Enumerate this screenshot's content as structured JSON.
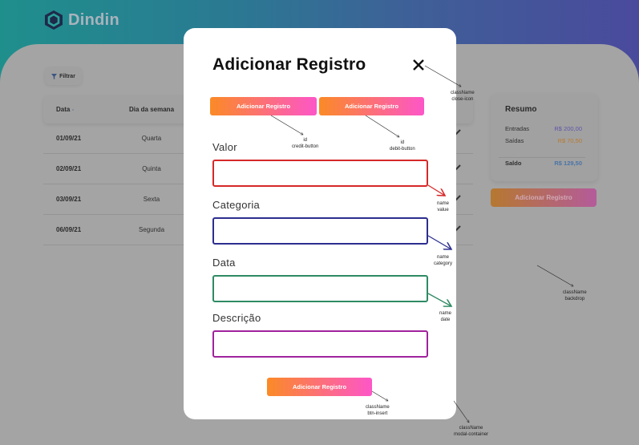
{
  "app": {
    "logo_text": "Dindin",
    "logo_icon": "hexagon-icon",
    "header_gradient": [
      "#1f8f8c",
      "#4a4a9c"
    ]
  },
  "toolbar": {
    "filter_label": "Filtrar",
    "filter_icon": "funnel-icon"
  },
  "table": {
    "headers": {
      "date": "Data",
      "date_sort_indicator": "-",
      "weekday": "Dia da semana"
    },
    "rows": [
      {
        "date": "01/09/21",
        "weekday": "Quarta"
      },
      {
        "date": "02/09/21",
        "weekday": "Quinta"
      },
      {
        "date": "03/09/21",
        "weekday": "Sexta"
      },
      {
        "date": "06/09/21",
        "weekday": "Segunda"
      }
    ],
    "row_action_icon": "pencil-icon"
  },
  "summary": {
    "title": "Resumo",
    "income_label": "Entradas",
    "income_value": "R$ 200,00",
    "expense_label": "Saídas",
    "expense_value": "R$ 70,50",
    "balance_label": "Saldo",
    "balance_value": "R$ 129,50",
    "add_button_label": "Adicionar Registro"
  },
  "modal": {
    "title": "Adicionar Registro",
    "close_icon": "close-icon",
    "credit_button_label": "Adicionar Registro",
    "debit_button_label": "Adicionar Registro",
    "fields": {
      "value_label": "Valor",
      "category_label": "Categoria",
      "date_label": "Data",
      "description_label": "Descrição",
      "value_input": "",
      "category_input": "",
      "date_input": "",
      "description_input": ""
    },
    "insert_button_label": "Adicionar Registro",
    "field_colors": {
      "value": "#d62828",
      "category": "#2c2e8e",
      "date": "#2e8a63",
      "description": "#a0239c"
    },
    "button_gradient": [
      "#fb8a26",
      "#fd56c8"
    ]
  },
  "annotations": {
    "close_icon": "className\nclose-icon",
    "credit_button": "id\ncredit-button",
    "debit_button": "id\ndebit-button",
    "value_field": "name\nvalue",
    "category_field": "name\ncategory",
    "date_field": "name\ndate",
    "backdrop": "className\nbackdrop",
    "btn_insert": "className\nbtn-insert",
    "modal_container": "className\nmodal-container"
  }
}
